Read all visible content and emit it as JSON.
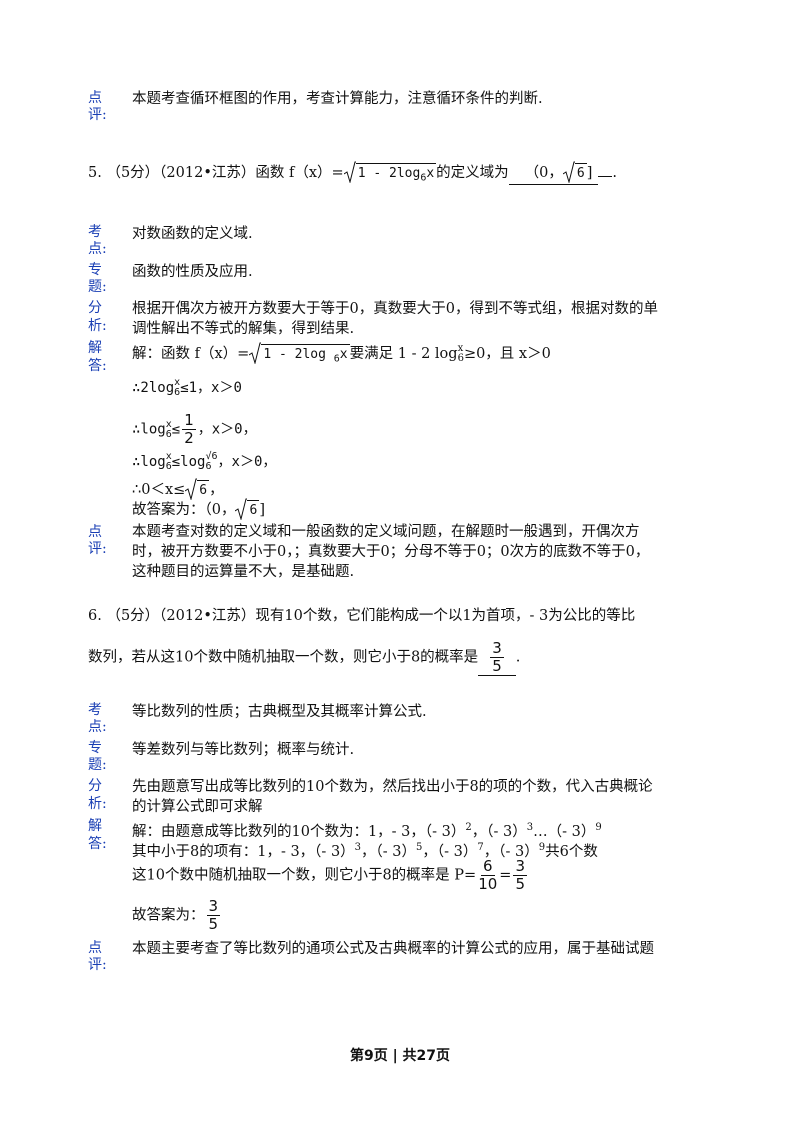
{
  "prev": {
    "lbl_a": "点",
    "lbl_b": "评:",
    "comment": "本题考查循环框图的作用，考查计算能力，注意循环条件的判断."
  },
  "q5": {
    "stem_a": "5. （5分）（2012•江苏）函数 f（x）=",
    "radicand": "1 - 2log",
    "base": "6",
    "arg": "x",
    "stem_b": "的定义域为",
    "answer_a": "（0，",
    "answer_sqrt": "6",
    "answer_b": "]",
    "end": ".",
    "kd_lbl_a": "考",
    "kd_lbl_b": "点:",
    "kd": "对数函数的定义域.",
    "zt_lbl_a": "专",
    "zt_lbl_b": "题:",
    "zt": "函数的性质及应用.",
    "fx_lbl_a": "分",
    "fx_lbl_b": "析:",
    "fx_1": "根据开偶次方被开方数要大于等于0，真数要大于0，得到不等式组，根据对数的单",
    "fx_2": "调性解出不等式的解集，得到结果.",
    "jd_lbl_a": "解",
    "jd_lbl_b": "答:",
    "jd_1a": "解：函数 f（x）=",
    "jd_1_rad": "1 - 2log",
    "jd_1_base": "6",
    "jd_1_arg": "x",
    "jd_1b": "要满足 1 - 2 log",
    "jd_1_sup": "x",
    "jd_1_sub": "6",
    "jd_1c": "≥0，且 x＞0",
    "jd_2": "∴2log",
    "jd_2_sup": "x",
    "jd_2_sub": "6",
    "jd_2b": "≤1，x＞0",
    "jd_3": "∴log",
    "jd_3_sup": "x",
    "jd_3_sub": "6",
    "jd_3b": "≤",
    "jd_3_num": "1",
    "jd_3_den": "2",
    "jd_3c": "，x＞0，",
    "jd_4": "∴log",
    "jd_4_sup": "x",
    "jd_4_sub": "6",
    "jd_4b": "≤log",
    "jd_4_sup2": "√6",
    "jd_4_sub2": "6",
    "jd_4c": "，x＞0，",
    "jd_5a": "∴0＜x≤",
    "jd_5_sqrt": "6",
    "jd_5b": "，",
    "jd_6a": "故答案为：（0，",
    "jd_6_sqrt": "6",
    "jd_6b": "]",
    "dp_lbl_a": "点",
    "dp_lbl_b": "评:",
    "dp_1": "本题考查对数的定义域和一般函数的定义域问题，在解题时一般遇到，开偶次方",
    "dp_2": "时，被开方数要不小于0，；真数要大于0；分母不等于0；0次方的底数不等于0，",
    "dp_3": "这种题目的运算量不大，是基础题."
  },
  "q6": {
    "stem_1": "6. （5分）（2012•江苏）现有10个数，它们能构成一个以1为首项，- 3为公比的等比",
    "stem_2a": "数列，若从这10个数中随机抽取一个数，则它小于8的概率是",
    "ans_num": "3",
    "ans_den": "5",
    "stem_2b": ".",
    "kd_lbl_a": "考",
    "kd_lbl_b": "点:",
    "kd": "等比数列的性质；古典概型及其概率计算公式.",
    "zt_lbl_a": "专",
    "zt_lbl_b": "题:",
    "zt": "等差数列与等比数列；概率与统计.",
    "fx_lbl_a": "分",
    "fx_lbl_b": "析:",
    "fx_1": "先由题意写出成等比数列的10个数为，然后找出小于8的项的个数，代入古典概论",
    "fx_2": "的计算公式即可求解",
    "jd_lbl_a": "解",
    "jd_lbl_b": "答:",
    "jd_1": "解：由题意成等比数列的10个数为：1，- 3，（- 3）",
    "jd_1_e1": "2",
    "jd_1b": "，（- 3）",
    "jd_1_e2": "3",
    "jd_1c": "…（- 3）",
    "jd_1_e3": "9",
    "jd_2": "其中小于8的项有：1，- 3，（- 3）",
    "jd_2_e1": "3",
    "jd_2b": "，（- 3）",
    "jd_2_e2": "5",
    "jd_2c": "，（- 3）",
    "jd_2_e3": "7",
    "jd_2d": "，（- 3）",
    "jd_2_e4": "9",
    "jd_2e": "共6个数",
    "jd_3a": "这10个数中随机抽取一个数，则它小于8的概率是 P=",
    "jd_3_n1": "6",
    "jd_3_d1": "10",
    "jd_3_eq": "=",
    "jd_3_n2": "3",
    "jd_3_d2": "5",
    "jd_4a": "故答案为：",
    "jd_4_num": "3",
    "jd_4_den": "5",
    "dp_lbl_a": "点",
    "dp_lbl_b": "评:",
    "dp_1": "本题主要考查了等比数列的通项公式及古典概率的计算公式的应用，属于基础试题"
  },
  "footer": "第9页 | 共27页"
}
